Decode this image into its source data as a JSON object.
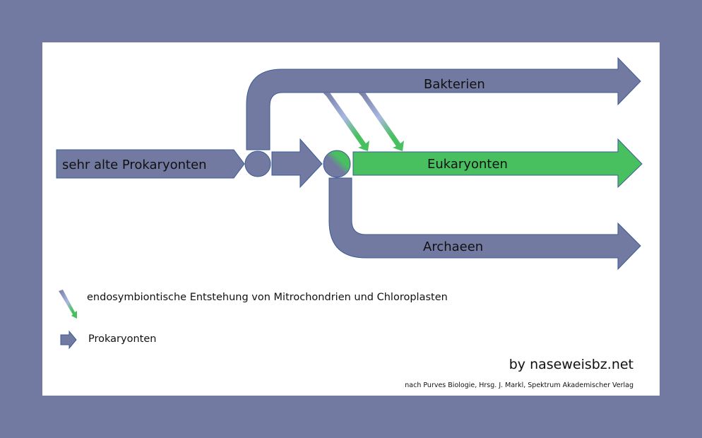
{
  "diagram": {
    "nodes": {
      "ancient": "sehr alte Prokaryonten",
      "bacteria": "Bakterien",
      "eukaryotes": "Eukaryonten",
      "archaea": "Archaeen"
    },
    "legend": {
      "endosymbiosis": "endosymbiontische Entstehung von Mitrochondrien und Chloroplasten",
      "prokaryotes": "Prokaryonten"
    },
    "credit": "by naseweisbz.net",
    "source": "nach Purves Biologie, Hrsg. J. Markl, Spektrum Akademischer Verlag",
    "colors": {
      "prokaryote": "#737aa1",
      "eukaryote": "#48c060",
      "outline": "#3b5a96",
      "background": "#737aa1"
    }
  }
}
